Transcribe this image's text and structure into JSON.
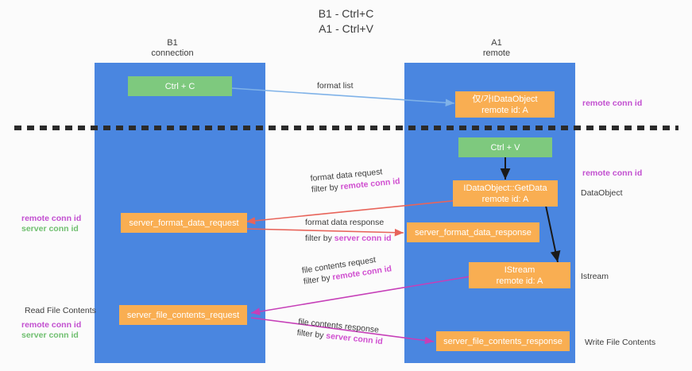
{
  "diagram": {
    "title": "B1 - Ctrl+C\nA1 - Ctrl+V",
    "colors": {
      "lane": "#4a86e0",
      "green_node": "#7ec97e",
      "orange_node": "#f9ae52",
      "remote_conn_id": "#c24fd0",
      "server_conn_id": "#6fbf6f",
      "format_arrow": "#e8645a",
      "file_arrow": "#c63fb8",
      "blue_arrow": "#7fb2e8",
      "black_arrow": "#1a1a1a",
      "divider": "#2b2b2b"
    },
    "lanes": [
      {
        "id": "b1",
        "title": "B1\nconnection"
      },
      {
        "id": "a1",
        "title": "A1\nremote"
      }
    ],
    "nodes": {
      "ctrl_c": {
        "label": "Ctrl + C"
      },
      "data_object_top": {
        "line1": "仅/가IDataObject",
        "line2": "remote id: A"
      },
      "ctrl_v": {
        "label": "Ctrl + V"
      },
      "get_data": {
        "line1": "IDataObject::GetData",
        "line2": "remote id: A"
      },
      "server_format_data_request": {
        "label": "server_format_data_request"
      },
      "server_format_data_response": {
        "label": "server_format_data_response"
      },
      "istream": {
        "line1": "IStream",
        "line2": "remote id: A"
      },
      "server_file_contents_request": {
        "label": "server_file_contents_request"
      },
      "server_file_contents_response": {
        "label": "server_file_contents_response"
      }
    },
    "edge_labels": {
      "format_list": {
        "text": "format list"
      },
      "format_data_request": {
        "line1": "format data request",
        "filter_prefix": "filter by ",
        "filter_value": "remote conn id"
      },
      "format_data_response": {
        "line1": "format data response",
        "filter_prefix": "filter by ",
        "filter_value": "server conn id"
      },
      "file_contents_request": {
        "line1": "file contents request",
        "filter_prefix": "filter by ",
        "filter_value": "remote conn id"
      },
      "file_contents_response": {
        "line1": "file contents response",
        "filter_prefix": "filter by ",
        "filter_value": "server conn id"
      }
    },
    "annotations": {
      "right_remote_top": "remote conn id",
      "right_remote_mid": "remote conn id",
      "right_dataobject": "DataObject",
      "right_istream": "Istream",
      "right_write_file_contents": "Write File Contents",
      "left_remote_mid": "remote conn id",
      "left_server_mid": "server conn id",
      "left_read_file_contents": "Read File Contents",
      "left_remote_bottom": "remote conn id",
      "left_server_bottom": "server conn id"
    }
  }
}
